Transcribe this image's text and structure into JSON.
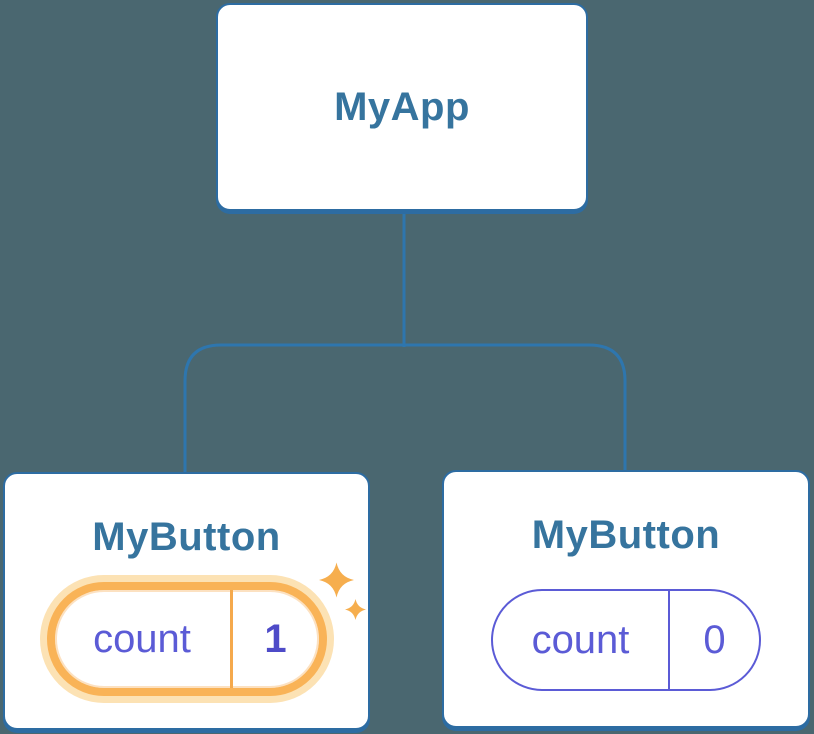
{
  "diagram": {
    "background_color": "#4A6770",
    "root": {
      "label": "MyApp"
    },
    "children": [
      {
        "label": "MyButton",
        "state_name": "count",
        "state_value": "1",
        "highlighted": true
      },
      {
        "label": "MyButton",
        "state_name": "count",
        "state_value": "0",
        "highlighted": false
      }
    ],
    "colors": {
      "card_background": "#FFFFFF",
      "card_border": "#2D6CA2",
      "connector_line": "#2E76AE",
      "title_text": "#36749E",
      "state_accent": "#5B5BD6",
      "state_value_bold": "#4E4BC8",
      "highlight_border": "#F9B357",
      "highlight_glow": "#FCE2B4",
      "highlight_divider": "#F5A94C",
      "sparkle": "#F6AE4E"
    }
  }
}
